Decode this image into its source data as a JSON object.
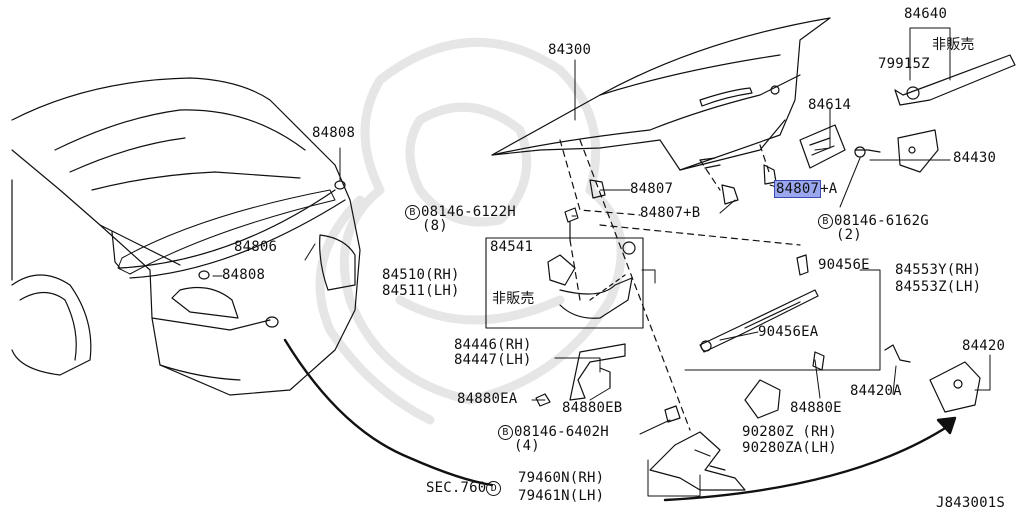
{
  "diagram": {
    "colors": {
      "line": "#111111",
      "highlight": "#9aa7ee",
      "watermark": "#e9e9e9"
    },
    "labels": {
      "p84300": "84300",
      "p84640": "84640",
      "hanbai1": "非販売",
      "p79915z": "79915Z",
      "p84614": "84614",
      "p84430": "84430",
      "p84808a": "84808",
      "p84807": "84807",
      "p84807a_num": "84807",
      "p84807a_suf": "+A",
      "p84807b": "84807+B",
      "b08146_6122h": "08146-6122H",
      "b08146_6122h_qty": "(8)",
      "b08146_6162g": "08146-6162G",
      "b08146_6162g_qty": "(2)",
      "p84806": "84806",
      "p84808b": "84808",
      "p84541": "84541",
      "p84510": "84510(RH)",
      "p84511": "84511(LH)",
      "hanbai2": "非販売",
      "p90456e": "90456E",
      "p84553y": "84553Y(RH)",
      "p84553z": "84553Z(LH)",
      "p90456ea": "90456EA",
      "p84446": "84446(RH)",
      "p84447": "84447(LH)",
      "p84880ea": "84880EA",
      "p84880eb": "84880EB",
      "p84880e": "84880E",
      "p84420a": "84420A",
      "p84420": "84420",
      "b08146_6402h": "08146-6402H",
      "b08146_6402h_qty": "(4)",
      "p90280z": "90280Z (RH)",
      "p90280za": "90280ZA(LH)",
      "sec": "SEC.760",
      "p79460n": "79460N(RH)",
      "p79461n": "79461N(LH)",
      "bolt_mark": "B",
      "sec_mark": "D",
      "ref_code": "J843001S"
    }
  }
}
